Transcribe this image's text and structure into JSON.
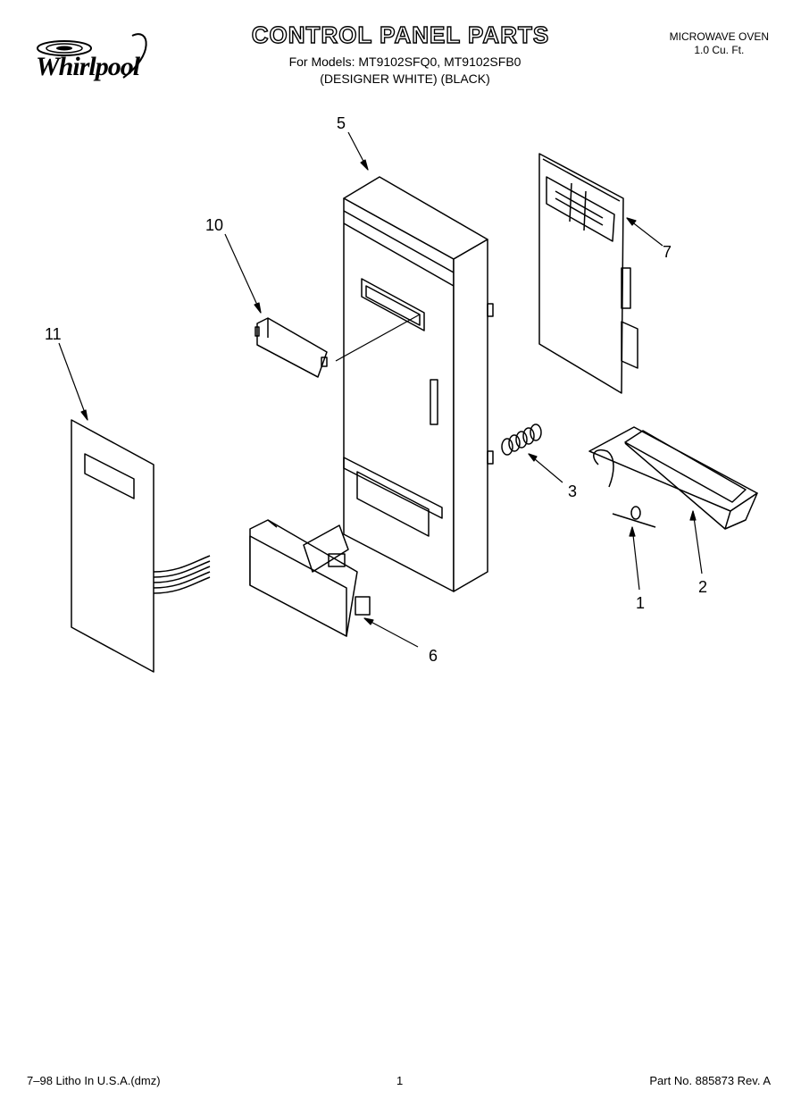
{
  "brand": "Whirlpool",
  "title": "CONTROL PANEL PARTS",
  "models_line": "For Models: MT9102SFQ0, MT9102SFB0",
  "colors_line": "(DESIGNER WHITE)  (BLACK)",
  "product": {
    "line1": "MICROWAVE OVEN",
    "line2": "1.0 Cu. Ft."
  },
  "callouts": [
    {
      "id": "5",
      "label": "5"
    },
    {
      "id": "7",
      "label": "7"
    },
    {
      "id": "10",
      "label": "10"
    },
    {
      "id": "11",
      "label": "11"
    },
    {
      "id": "3",
      "label": "3"
    },
    {
      "id": "1",
      "label": "1"
    },
    {
      "id": "2",
      "label": "2"
    },
    {
      "id": "6",
      "label": "6"
    }
  ],
  "footer": {
    "left": "7–98 Litho In U.S.A.(dmz)",
    "center": "1",
    "right": "Part No. 885873 Rev. A"
  }
}
